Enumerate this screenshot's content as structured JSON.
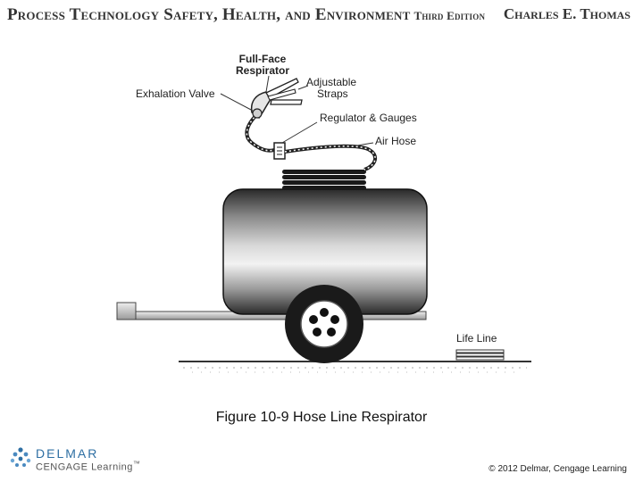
{
  "header": {
    "title": "Process Technology Safety, Health, and Environment",
    "edition": "Third Edition",
    "author": "Charles E. Thomas"
  },
  "diagram": {
    "labels": {
      "full_face_respirator_line1": "Full-Face",
      "full_face_respirator_line2": "Respirator",
      "adjustable_straps_line1": "Adjustable",
      "adjustable_straps_line2": "Straps",
      "exhalation_valve": "Exhalation Valve",
      "regulator_gauges": "Regulator & Gauges",
      "air_hose": "Air Hose",
      "life_line": "Life Line"
    }
  },
  "caption": "Figure 10-9 Hose Line Respirator",
  "footer": {
    "logo_top": "DELMAR",
    "logo_bottom": "CENGAGE Learning",
    "logo_tm": "™",
    "copyright": "© 2012 Delmar, Cengage Learning"
  }
}
